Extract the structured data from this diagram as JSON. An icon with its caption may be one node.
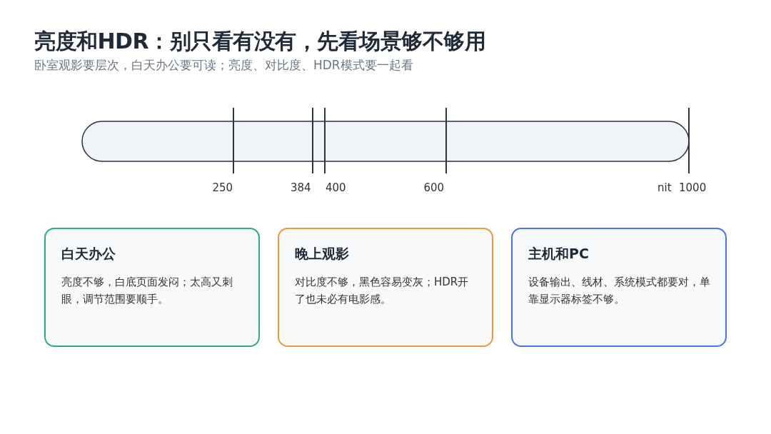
{
  "diagram": {
    "title": "亮度和HDR：别只看有没有，先看场景够不够用",
    "caption": "卧室观影要层次，白天办公要可读；亮度、对比度、HDR模式要一起看",
    "nodes": [
      {
        "text": [
          "白天办公",
          "亮度不够，白底页面发闷；太高又刺眼，调节范围要顺手。"
        ]
      },
      {
        "text": [
          "晚上观影",
          "对比度不够，黑色容易变灰；HDR开了也未必有电影感。"
        ]
      },
      {
        "text": [
          "主机和PC",
          "设备输出、线材、系统模式都要对，单靠显示器标签不够。"
        ]
      }
    ],
    "edges": [],
    "labels": [
      "250",
      "384",
      "400",
      "600",
      "nit",
      "1000"
    ]
  }
}
